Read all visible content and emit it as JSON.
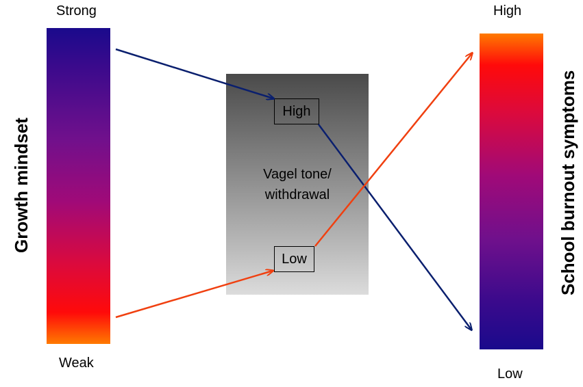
{
  "left_axis": {
    "title": "Growth mindset",
    "top_label": "Strong",
    "bottom_label": "Weak"
  },
  "right_axis": {
    "title": "School burnout symptoms",
    "top_label": "High",
    "bottom_label": "Low"
  },
  "mediator": {
    "label": "Vagel tone/\nwithdrawal",
    "high_label": "High",
    "low_label": "Low"
  },
  "colors": {
    "blue_arrow": "#0a1f6e",
    "orange_arrow": "#f04010"
  }
}
